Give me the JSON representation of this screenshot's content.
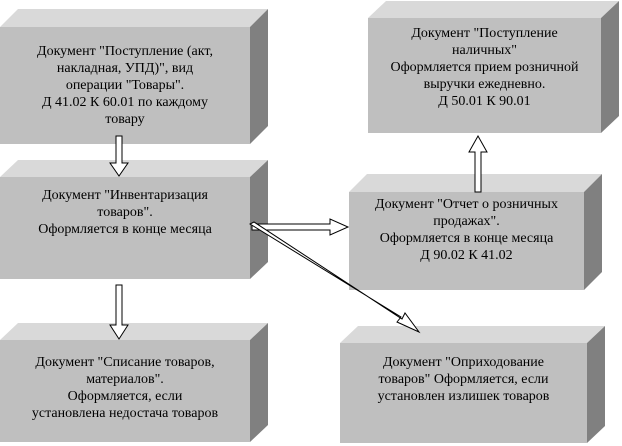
{
  "colors": {
    "face": "#bfbfbf",
    "top": "#d9d9d9",
    "side": "#808080",
    "arrow_fill": "#ffffff",
    "arrow_stroke": "#000000"
  },
  "boxes": {
    "receipt": {
      "lines": [
        "Документ \"Поступление (акт,",
        "накладная, УПД)\", вид",
        "операции \"Товары\".",
        "Д 41.02 К 60.01 по каждому",
        "товару"
      ]
    },
    "inventory": {
      "lines": [
        "Документ \"Инвентаризация",
        "товаров\".",
        "Оформляется в конце месяца"
      ]
    },
    "writeoff": {
      "lines": [
        "Документ \"Списание товаров,",
        "материалов\".",
        "Оформляется, если",
        "установлена недостача товаров"
      ]
    },
    "cash_receipt": {
      "lines": [
        "Документ \"Поступление",
        "наличных\"",
        "Оформляется прием розничной",
        "выручки ежедневно.",
        "Д 50.01 К 90.01"
      ]
    },
    "retail_report": {
      "lines": [
        "Документ \"Отчет о розничных",
        "продажах\".",
        "Оформляется в конце месяца",
        "Д 90.02 К 41.02"
      ]
    },
    "posting": {
      "lines": [
        "Документ \"Оприходование",
        "товаров\" Оформляется, если",
        "установлен излишек товаров"
      ]
    }
  }
}
